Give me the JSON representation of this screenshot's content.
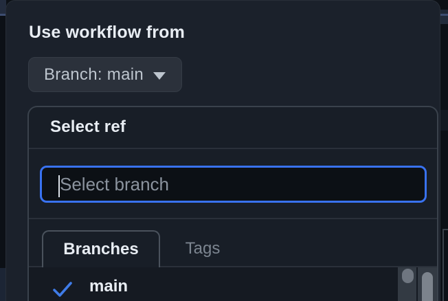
{
  "dialog": {
    "heading": "Use workflow from"
  },
  "branch_selector": {
    "label": "Branch: main",
    "icon": "caret-down"
  },
  "ref_menu": {
    "title": "Select ref",
    "filter": {
      "placeholder": "Select branch",
      "value": ""
    },
    "tabs": [
      {
        "label": "Branches",
        "active": true
      },
      {
        "label": "Tags",
        "active": false
      }
    ],
    "items": [
      {
        "label": "main",
        "selected": true,
        "icon": "check"
      }
    ]
  },
  "colors": {
    "focus_border_blue": "#3972f1",
    "check_blue": "#3f7ce8",
    "modal_background": "#1b212b",
    "panel_background": "#181e27",
    "text_primary": "#e8edf3",
    "text_muted": "#7c8590"
  }
}
